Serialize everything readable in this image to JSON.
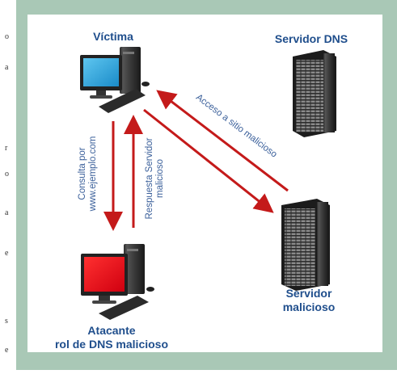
{
  "nodes": {
    "victim": {
      "label": "Víctima"
    },
    "dns_server": {
      "label": "Servidor DNS"
    },
    "malicious_server": {
      "line1": "Servidor",
      "line2": "malicioso"
    },
    "attacker": {
      "line1": "Atacante",
      "line2": "rol de DNS malicioso"
    }
  },
  "edges": {
    "query": {
      "line1": "Consulta por",
      "line2": "www.ejemplo.com"
    },
    "response": {
      "line1": "Respuesta Servidor",
      "line2": "malicioso"
    },
    "access": {
      "label": "Acceso a sitio malicioso"
    }
  },
  "colors": {
    "frame": "#a9c8b6",
    "label_text": "#1f4e8c",
    "arrow": "#c41a1a",
    "victim_screen": "#2a9fd6",
    "attacker_screen": "#e0141a"
  },
  "page_edge_chars": [
    "o",
    "a",
    "r",
    "o",
    "a",
    "e",
    "s",
    "e"
  ]
}
